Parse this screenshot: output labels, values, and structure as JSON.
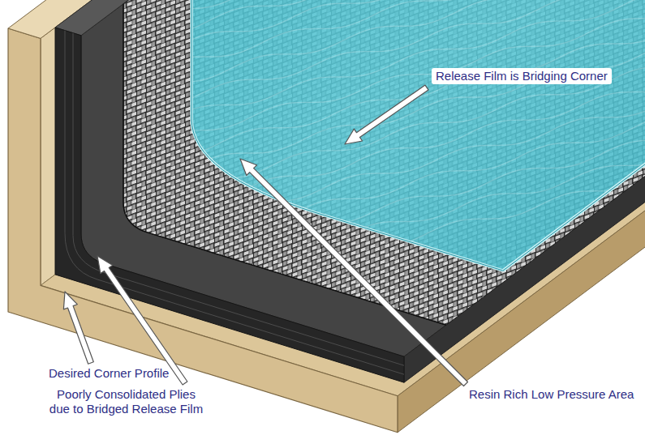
{
  "diagram": {
    "labels": [
      "Release Film is Bridging Corner",
      "Resin Rich Low Pressure Area",
      "Desired Corner Profile",
      "Poorly Consolidated Plies due to Bridged Release Film"
    ]
  }
}
